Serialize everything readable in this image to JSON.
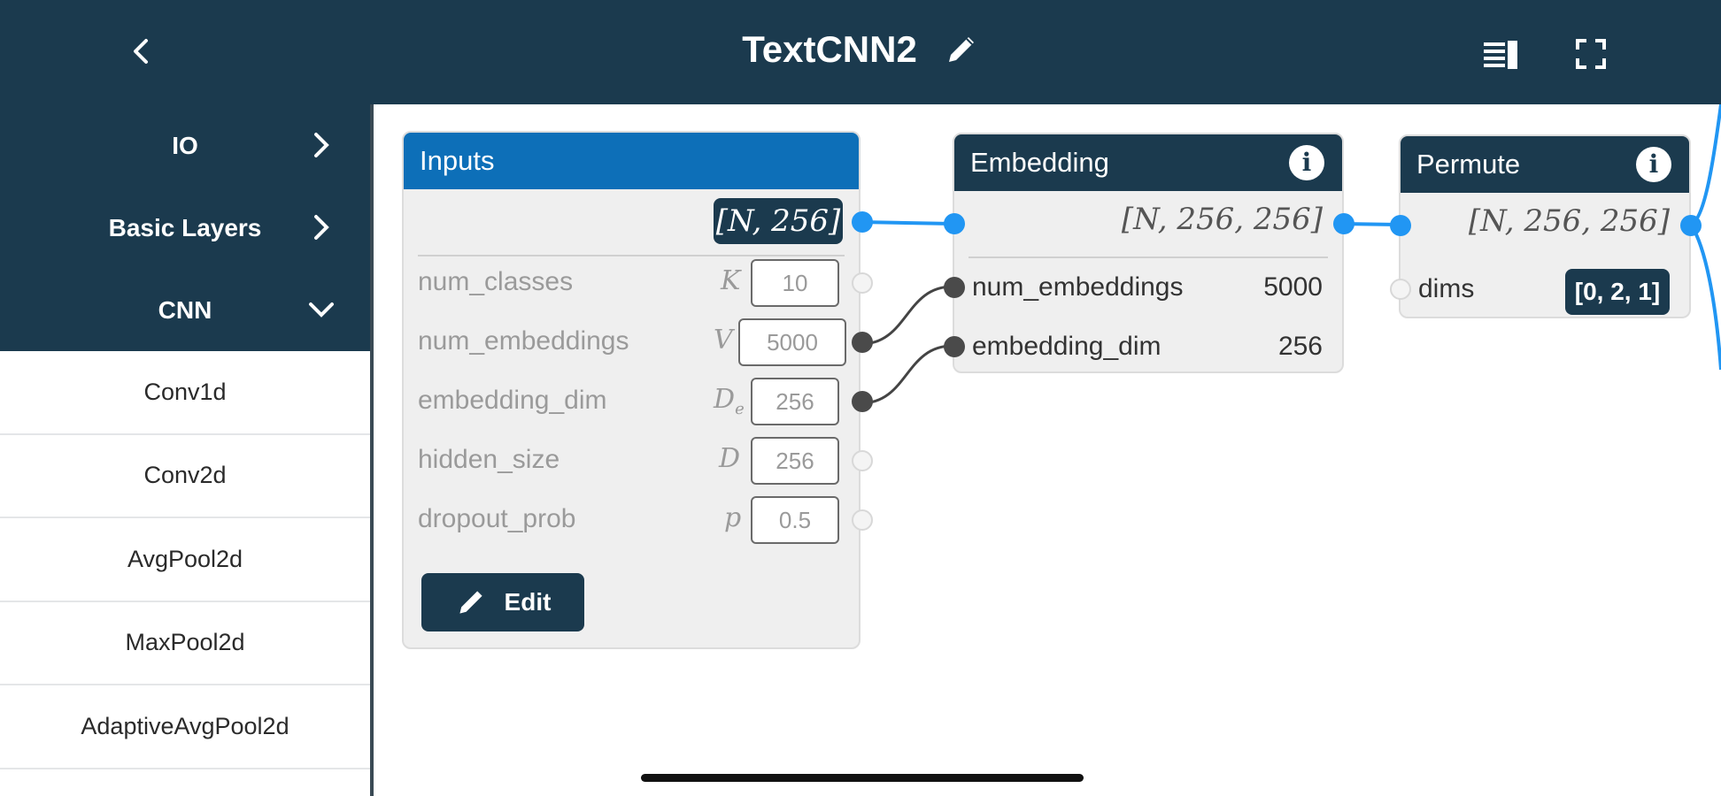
{
  "header": {
    "title": "TextCNN2",
    "back_icon": "chevron-left-icon",
    "edit_icon": "pencil-icon",
    "panel_icon": "panel-toggle-icon",
    "fullscreen_icon": "fullscreen-icon",
    "background": "#1b3a4e"
  },
  "sidebar": {
    "categories": [
      {
        "label": "IO",
        "state": "collapsed"
      },
      {
        "label": "Basic Layers",
        "state": "collapsed"
      },
      {
        "label": "CNN",
        "state": "expanded"
      }
    ],
    "items": [
      "Conv1d",
      "Conv2d",
      "AvgPool2d",
      "MaxPool2d",
      "AdaptiveAvgPool2d"
    ]
  },
  "nodes": {
    "inputs": {
      "title": "Inputs",
      "output_shape": "[N, 256]",
      "params": [
        {
          "name": "num_classes",
          "symbol": "K",
          "value": "10"
        },
        {
          "name": "num_embeddings",
          "symbol": "V",
          "value": "5000"
        },
        {
          "name": "embedding_dim",
          "symbol": "D",
          "symbol_sub": "e",
          "value": "256"
        },
        {
          "name": "hidden_size",
          "symbol": "D",
          "value": "256"
        },
        {
          "name": "dropout_prob",
          "symbol": "p",
          "value": "0.5"
        }
      ],
      "edit_label": "Edit",
      "header_color": "#0d6fb8"
    },
    "embedding": {
      "title": "Embedding",
      "output_shape": "[N, 256, 256]",
      "params": [
        {
          "name": "num_embeddings",
          "value": "5000"
        },
        {
          "name": "embedding_dim",
          "value": "256"
        }
      ]
    },
    "permute": {
      "title": "Permute",
      "output_shape": "[N, 256, 256]",
      "params": [
        {
          "name": "dims",
          "value": "[0, 2, 1]"
        }
      ]
    }
  },
  "colors": {
    "accent_blue": "#2196f3",
    "node_dark": "#1b3a4e",
    "node_body": "#efefef"
  }
}
